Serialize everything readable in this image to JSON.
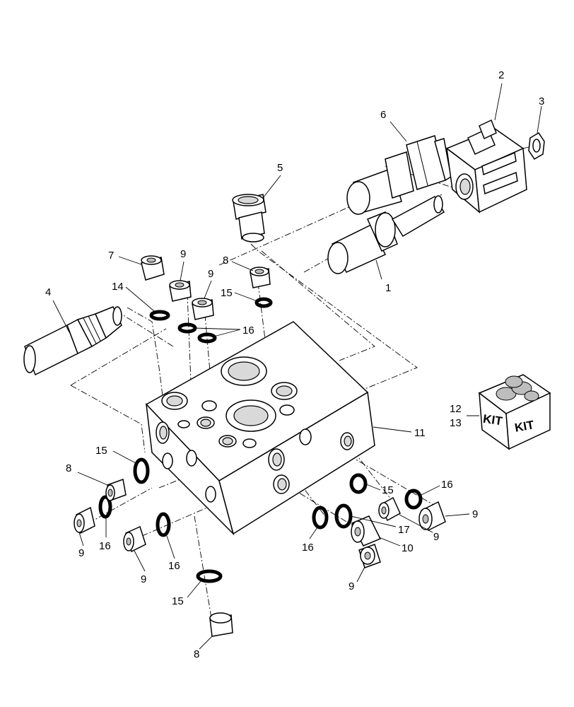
{
  "callouts": {
    "n1": "1",
    "n2": "2",
    "n3": "3",
    "n4": "4",
    "n5": "5",
    "n6": "6",
    "n7": "7",
    "n8_top": "8",
    "n8_left": "8",
    "n8_bottom": "8",
    "n9_a": "9",
    "n9_b": "9",
    "n9_c": "9",
    "n9_d": "9",
    "n9_e": "9",
    "n9_f": "9",
    "n9_g": "9",
    "n10": "10",
    "n11": "11",
    "n12": "12",
    "n13": "13",
    "n14": "14",
    "n15_a": "15",
    "n15_b": "15",
    "n15_c": "15",
    "n15_d": "15",
    "n16_a": "16",
    "n16_b": "16",
    "n16_c": "16",
    "n16_d": "16",
    "n16_e": "16",
    "n17": "17"
  },
  "kit_box": {
    "face1": "KIT",
    "face2": "KIT"
  }
}
